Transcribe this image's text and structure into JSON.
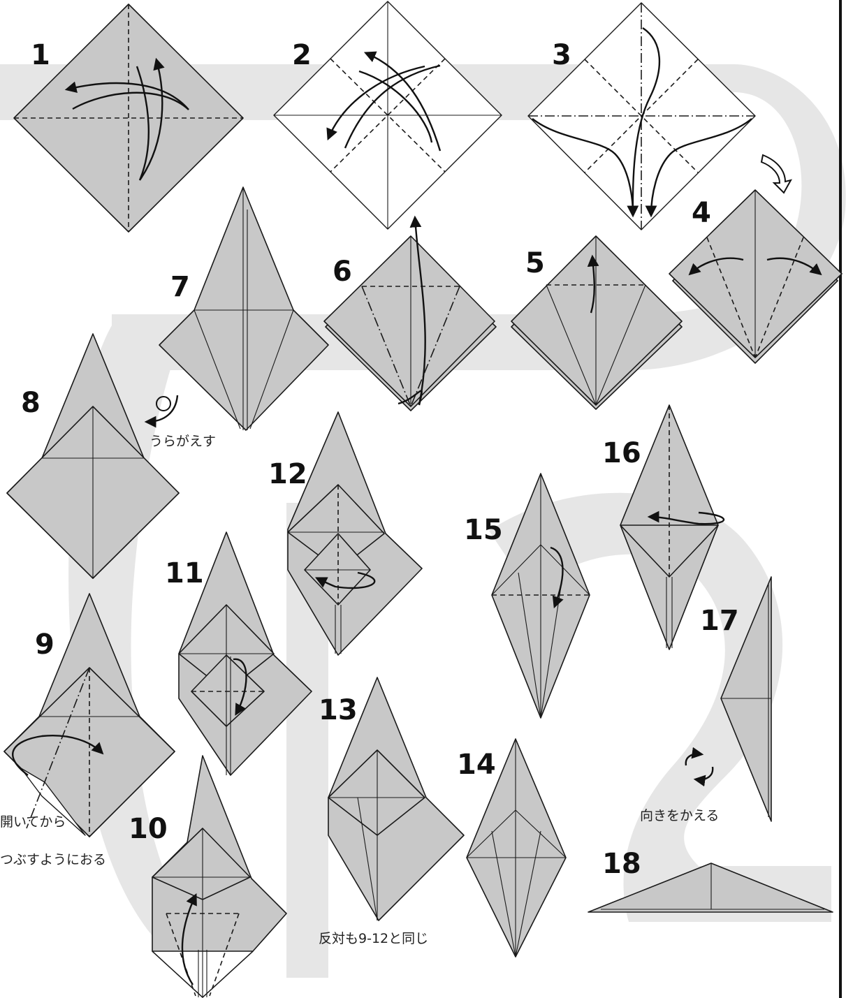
{
  "steps": [
    "1",
    "2",
    "3",
    "4",
    "5",
    "6",
    "7",
    "8",
    "9",
    "10",
    "11",
    "12",
    "13",
    "14",
    "15",
    "16",
    "17",
    "18"
  ],
  "notes": {
    "turn_over": "うらがえす",
    "open_squash_line1": "開いてから",
    "open_squash_line2": "つぶすようにおる",
    "repeat_other_side": "反対も9-12と同じ",
    "rotate": "向きをかえる"
  },
  "colors": {
    "paper": "#c8c8c8",
    "line": "#1a1a1a",
    "background_numeral": "#e6e6e6"
  }
}
